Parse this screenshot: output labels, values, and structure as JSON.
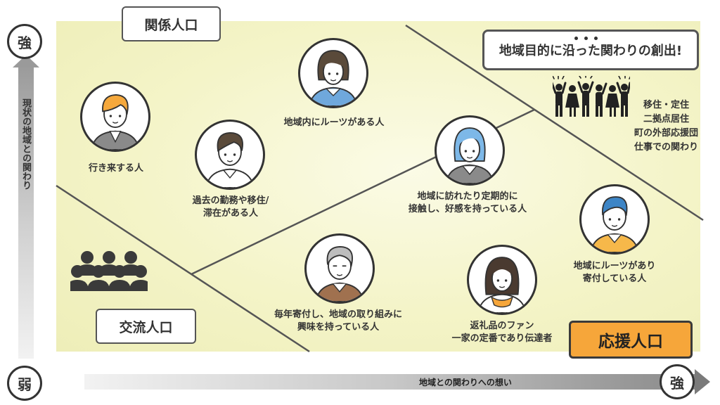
{
  "axes": {
    "vertical_label": "現状の地域との関わり",
    "horizontal_label": "地域との関わりへの想い",
    "top_marker": "強",
    "bottom_marker": "弱",
    "right_marker": "強"
  },
  "regions": {
    "kankei": "関係人口",
    "koryu": "交流人口",
    "oen": "応援人口"
  },
  "headline": "地域目的に沿った関わりの創出!",
  "headline_dots": 3,
  "group_lines": [
    "移住・定住",
    "二拠点居住",
    "町の外部応援団",
    "仕事での関わり"
  ],
  "nodes": [
    {
      "lines": [
        "行き来する人"
      ]
    },
    {
      "lines": [
        "過去の勤務や移住/",
        "滞在がある人"
      ]
    },
    {
      "lines": [
        "地域内にルーツがある人"
      ]
    },
    {
      "lines": [
        "地域に訪れたり定期的に",
        "接触し、好感を持っている人"
      ]
    },
    {
      "lines": [
        "毎年寄付し、地域の取り組みに",
        "興味を持っている人"
      ]
    },
    {
      "lines": [
        "返礼品のファン",
        "一家の定番であり伝達者"
      ]
    },
    {
      "lines": [
        "地域にルーツがあり",
        "寄付している人"
      ]
    }
  ],
  "icons": [
    "crowd-icon",
    "cheering-people-icon"
  ],
  "colors": {
    "panel": "#f4f4c8",
    "accent_orange": "#f6a63a",
    "line": "#555555",
    "text": "#333333"
  }
}
